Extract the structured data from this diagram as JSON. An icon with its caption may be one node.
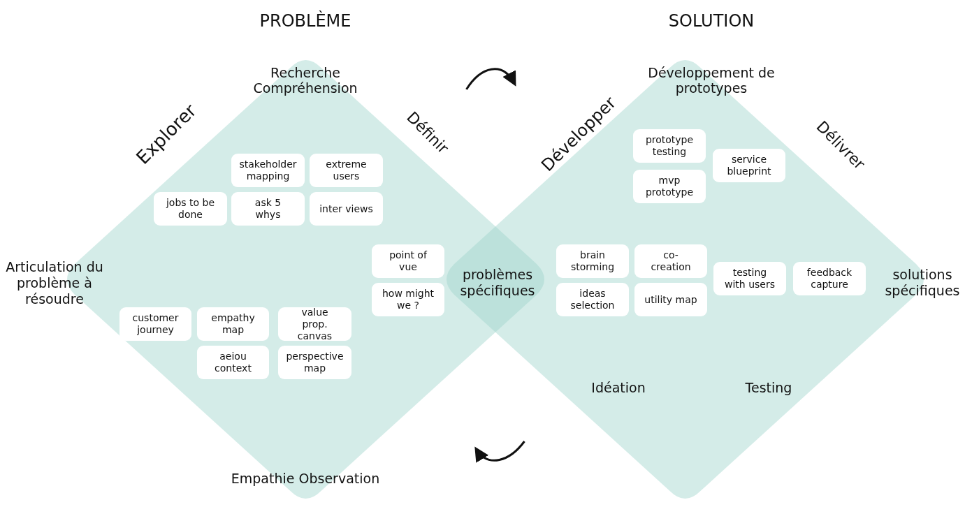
{
  "diagram": {
    "nodes": [
      {
        "text": [
          "PROBLÈME",
          "Recherche Compréhension",
          "Explorer",
          "Définir",
          "Empathie Observation"
        ]
      },
      {
        "text": [
          "SOLUTION",
          "Développement de prototypes",
          "Développer",
          "Délivrer",
          "Idéation",
          "Testing"
        ]
      },
      {
        "text": [
          "stakeholder mapping"
        ],
        "in": 0
      },
      {
        "text": [
          "extreme users"
        ],
        "in": 0
      },
      {
        "text": [
          "jobs to be done"
        ],
        "in": 0
      },
      {
        "text": [
          "ask 5 whys"
        ],
        "in": 0
      },
      {
        "text": [
          "inter views"
        ],
        "in": 0
      },
      {
        "text": [
          "point of vue"
        ],
        "in": 0
      },
      {
        "text": [
          "how might we ?"
        ],
        "in": 0
      },
      {
        "text": [
          "customer journey"
        ],
        "in": 0
      },
      {
        "text": [
          "empathy map"
        ],
        "in": 0
      },
      {
        "text": [
          "value prop. canvas"
        ],
        "in": 0
      },
      {
        "text": [
          "aeiou context"
        ],
        "in": 0
      },
      {
        "text": [
          "perspective map"
        ],
        "in": 0
      },
      {
        "text": [
          "prototype testing"
        ],
        "in": 1
      },
      {
        "text": [
          "mvp prototype"
        ],
        "in": 1
      },
      {
        "text": [
          "service blueprint"
        ],
        "in": 1
      },
      {
        "text": [
          "brain storming"
        ],
        "in": 1
      },
      {
        "text": [
          "co-creation"
        ],
        "in": 1
      },
      {
        "text": [
          "ideas selection"
        ],
        "in": 1
      },
      {
        "text": [
          "utility map"
        ],
        "in": 1
      },
      {
        "text": [
          "testing with users"
        ],
        "in": 1
      },
      {
        "text": [
          "feedback capture"
        ],
        "in": 1
      }
    ],
    "edges": [
      {
        "from": 0,
        "to": 1,
        "arrow": "to"
      },
      {
        "from": 1,
        "to": 0,
        "arrow": "to"
      }
    ],
    "labels": [
      "Articulation du problème à résoudre",
      "problèmes spécifiques",
      "solutions spécifiques"
    ]
  }
}
